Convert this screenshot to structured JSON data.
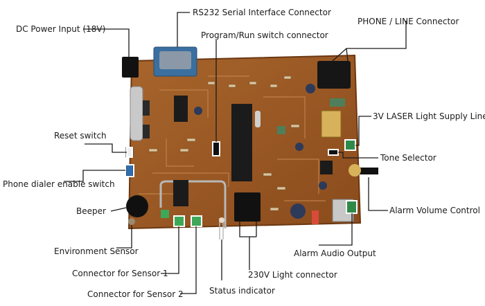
{
  "labels": {
    "dc_power": "DC Power Input (18V)",
    "rs232": "RS232 Serial Interface Connector",
    "program_run": "Program/Run switch connector",
    "phone_line": "PHONE / LINE Connector",
    "laser_supply": "3V LASER Light Supply Line",
    "reset": "Reset switch",
    "tone_selector": "Tone Selector",
    "phone_dialer": "Phone dialer enable switch",
    "alarm_volume": "Alarm Volume Control",
    "beeper": "Beeper",
    "alarm_audio": "Alarm Audio Output",
    "environment_sensor": "Environment Sensor",
    "sensor1": "Connector for Sensor 1",
    "light_230v": "230V Light connector",
    "sensor2": "Connector for Sensor 2",
    "status_indicator": "Status indicator"
  },
  "colors": {
    "board": "#9c5a24",
    "board_dark": "#7a4118",
    "trace": "#c98a52",
    "chip": "#1b1b1b",
    "leader": "#1a1a1a",
    "highlight": "#ffffff",
    "connector_green": "#2f8a4a"
  }
}
